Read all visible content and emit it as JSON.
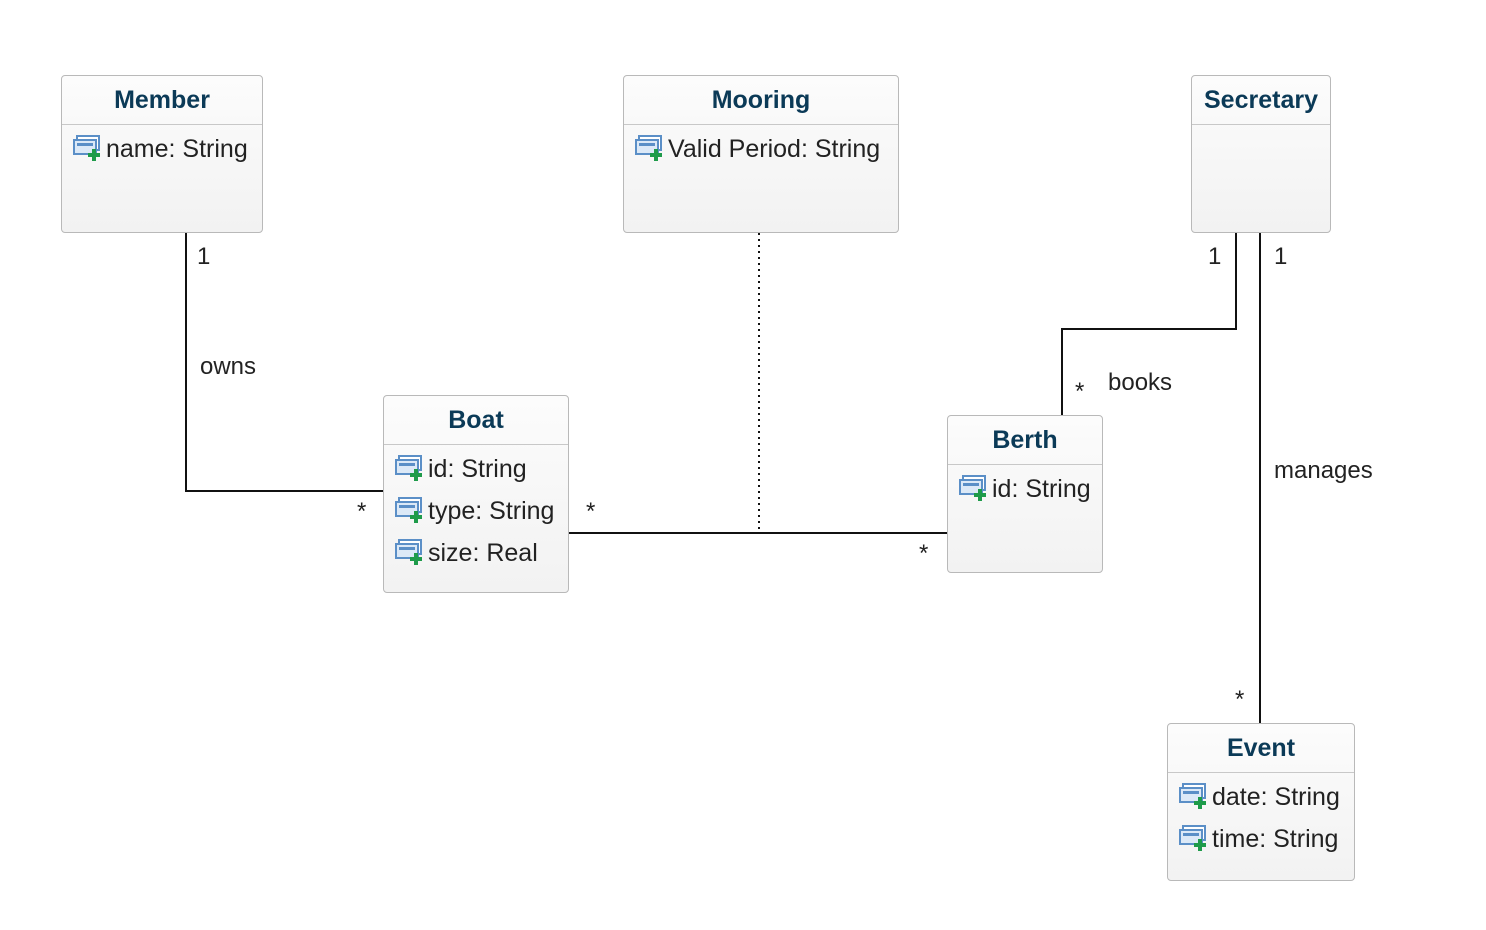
{
  "classes": {
    "member": {
      "name": "Member",
      "attributes": [
        "name: String"
      ]
    },
    "mooring": {
      "name": "Mooring",
      "attributes": [
        "Valid Period: String"
      ]
    },
    "secretary": {
      "name": "Secretary",
      "attributes": []
    },
    "boat": {
      "name": "Boat",
      "attributes": [
        "id: String",
        "type: String",
        "size: Real"
      ]
    },
    "berth": {
      "name": "Berth",
      "attributes": [
        "id: String"
      ]
    },
    "event": {
      "name": "Event",
      "attributes": [
        "date: String",
        "time: String"
      ]
    }
  },
  "associations": {
    "owns": {
      "name": "owns",
      "source_mult": "1",
      "target_mult": "*"
    },
    "mooring": {
      "source_mult": "*",
      "target_mult": "*"
    },
    "books": {
      "name": "books",
      "source_mult": "1",
      "target_mult": "*"
    },
    "manages": {
      "name": "manages",
      "source_mult": "1",
      "target_mult": "*"
    }
  },
  "attribute_icon": "attribute-add-icon",
  "colors": {
    "class_name": "#0b3a57",
    "class_border": "#b9b9b9",
    "line": "#111111",
    "icon_blue": "#5b8fc7",
    "icon_plus": "#1e9b4a"
  }
}
